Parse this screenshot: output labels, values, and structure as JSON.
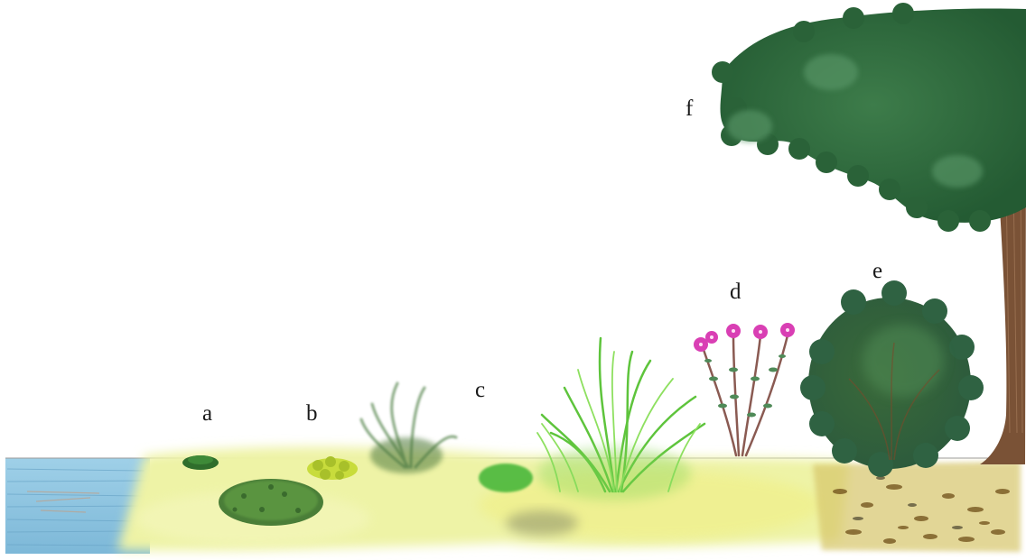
{
  "labels": {
    "a": "a",
    "b": "b",
    "c": "c",
    "d": "d",
    "e": "e",
    "f": "f"
  },
  "colors": {
    "water": "#8ec5e0",
    "meadow": "#eef3a6",
    "moss": "#3f7a34",
    "lichen": "#c8dc3c",
    "grass": "#5ec43c",
    "flower": "#d93fb4",
    "shrub": "#3c7048",
    "tree_canopy": "#2f6a3e",
    "trunk": "#7a5236",
    "litter": "#8a6a1e"
  }
}
